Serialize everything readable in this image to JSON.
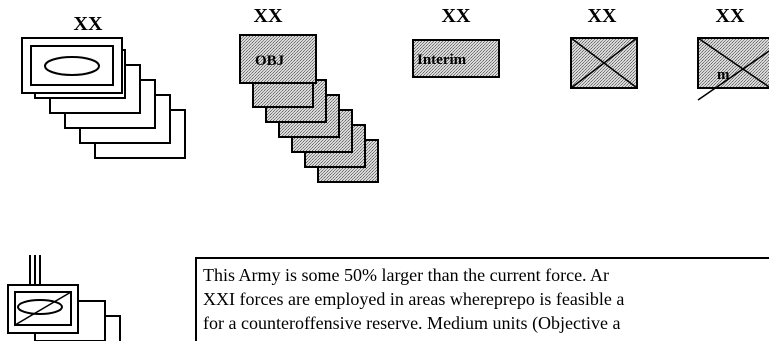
{
  "symbols": [
    {
      "echelon": "XX",
      "label": "",
      "kind": "armor"
    },
    {
      "echelon": "XX",
      "label": "OBJ",
      "kind": "objective"
    },
    {
      "echelon": "XX",
      "label": "Interim",
      "kind": "interim"
    },
    {
      "echelon": "XX",
      "label": "",
      "kind": "infantry"
    },
    {
      "echelon": "XX",
      "label": "m",
      "kind": "mechanized"
    }
  ],
  "corps_symbol": {
    "echelon": "III",
    "kind": "armor-mech"
  },
  "note": {
    "lines": [
      "This Army is some 50% larger than the current force.  Ar",
      "XXI forces are employed in areas whereprepo is feasible a",
      "for a counteroffensive reserve.  Medium units (Objective a"
    ]
  },
  "colors": {
    "stroke": "#000000",
    "stipple_fill": "#b5b5b5",
    "background": "#ffffff"
  }
}
